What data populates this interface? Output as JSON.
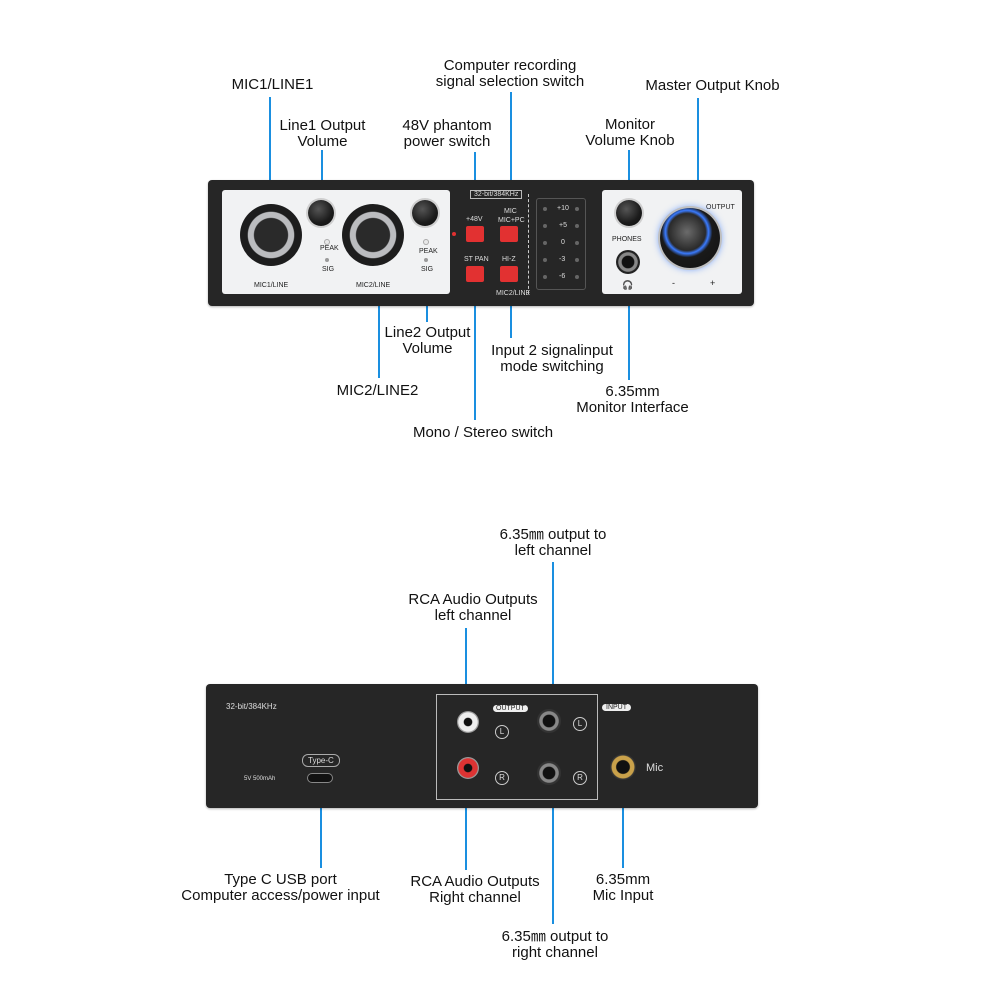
{
  "front_labels": {
    "mic1_line1": "MIC1/LINE1",
    "line1_output_volume": [
      "Line1 Output",
      "Volume"
    ],
    "phantom_power": [
      "48V phantom",
      "power switch"
    ],
    "computer_recording": [
      "Computer recording",
      "signal selection switch"
    ],
    "monitor_volume": [
      "Monitor",
      "Volume Knob"
    ],
    "master_output": "Master Output Knob",
    "line2_output_volume": [
      "Line2 Output",
      "Volume"
    ],
    "input2_mode": [
      "Input 2 signalinput",
      "mode switching"
    ],
    "monitor_interface": [
      "6.35mm",
      "Monitor Interface"
    ],
    "mic2_line2": "MIC2/LINE2",
    "mono_stereo": "Mono / Stereo switch"
  },
  "front_panel": {
    "spec": "32-bit/384KHz",
    "mic1_label": "MIC1/LINE",
    "mic2_label": "MIC2/LINE",
    "peak": "PEAK",
    "sig": "SIG",
    "btn_48v": "+48V",
    "btn_mic": "MIC",
    "btn_mic_pc": "MIC+PC",
    "btn_st_pan": "ST PAN",
    "btn_hiz": "HI-Z",
    "mic2_line_small": "MIC2/LINE",
    "meter": [
      "+10",
      "+5",
      "0",
      "-3",
      "-6"
    ],
    "phones": "PHONES",
    "output": "OUTPUT",
    "minus": "-",
    "plus": "+"
  },
  "back_labels": {
    "left_635": [
      "6.35㎜ output to",
      "left channel"
    ],
    "rca_left": [
      "RCA Audio Outputs",
      "left channel"
    ],
    "type_c": [
      "Type C USB port",
      "Computer access/power input"
    ],
    "rca_right": [
      "RCA Audio Outputs",
      "Right channel"
    ],
    "mic_input": [
      "6.35mm",
      "Mic Input"
    ],
    "right_635": [
      "6.35㎜ output to",
      "right channel"
    ]
  },
  "back_panel": {
    "spec": "32-bit/384KHz",
    "type_c_tag": "Type-C",
    "power": "5V 500mAh",
    "output_tag": "OUTPUT",
    "input_tag": "INPUT",
    "L": "L",
    "R": "R",
    "mic": "Mic"
  },
  "colors": {
    "accent_line": "#1a8fe0",
    "button_red": "#e23131",
    "knob_ring": "#3a7bff"
  }
}
